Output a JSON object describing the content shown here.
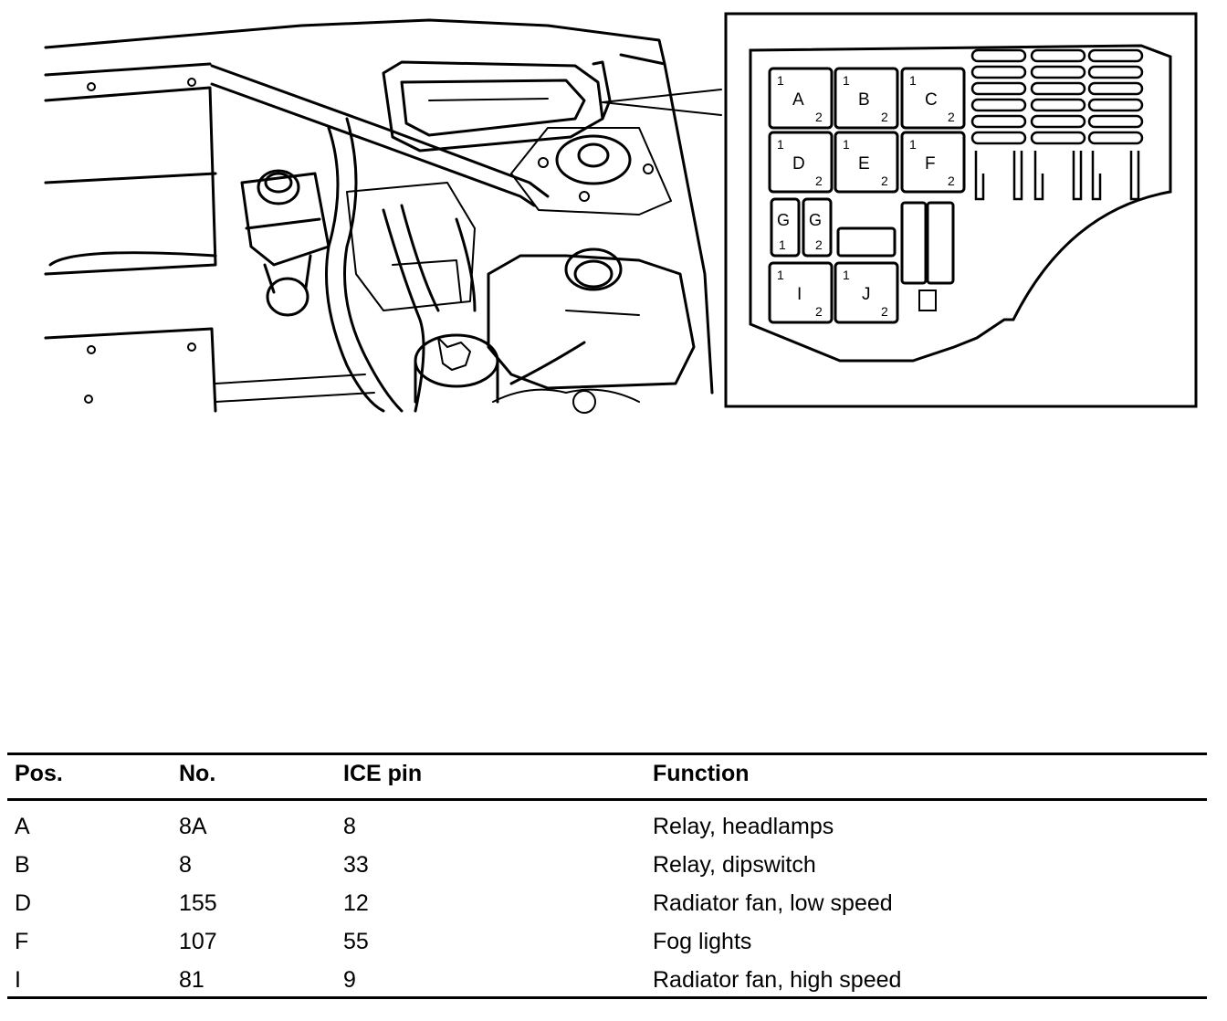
{
  "diagram": {
    "relays_large": [
      {
        "letter": "A",
        "pin1": "1",
        "pin2": "2"
      },
      {
        "letter": "B",
        "pin1": "1",
        "pin2": "2"
      },
      {
        "letter": "C",
        "pin1": "1",
        "pin2": "2"
      },
      {
        "letter": "D",
        "pin1": "1",
        "pin2": "2"
      },
      {
        "letter": "E",
        "pin1": "1",
        "pin2": "2"
      },
      {
        "letter": "F",
        "pin1": "1",
        "pin2": "2"
      },
      {
        "letter": "I",
        "pin1": "1",
        "pin2": "2"
      },
      {
        "letter": "J",
        "pin1": "1",
        "pin2": "2"
      }
    ],
    "relays_small": [
      {
        "letter": "G",
        "pin": "1"
      },
      {
        "letter": "G",
        "pin": "2"
      }
    ]
  },
  "table": {
    "headers": [
      "Pos.",
      "No.",
      "ICE pin",
      "Function"
    ],
    "rows": [
      [
        "A",
        "8A",
        "8",
        "Relay, headlamps"
      ],
      [
        "B",
        "8",
        "33",
        "Relay, dipswitch"
      ],
      [
        "D",
        "155",
        "12",
        "Radiator fan, low speed"
      ],
      [
        "F",
        "107",
        "55",
        "Fog lights"
      ],
      [
        "I",
        "81",
        "9",
        "Radiator fan, high speed"
      ]
    ]
  }
}
